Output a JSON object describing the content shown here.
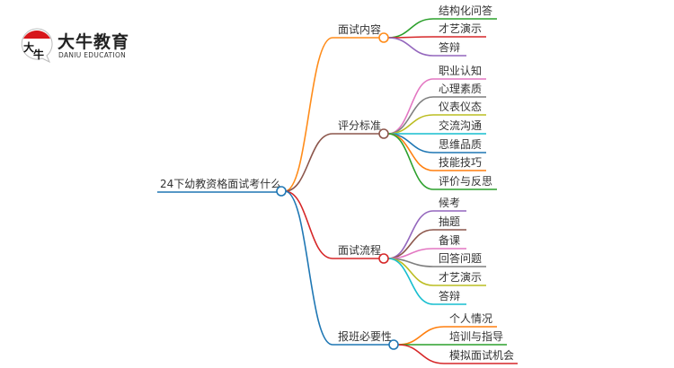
{
  "logo": {
    "title": "大牛教育",
    "subtitle": "DANIU EDUCATION",
    "mark_text": "大牛"
  },
  "root": {
    "label": "24下幼教资格面试考什么",
    "color": "#1f77b4"
  },
  "branches": [
    {
      "label": "面试内容",
      "color": "#ff8c1a",
      "leaves": [
        {
          "label": "结构化问答",
          "color": "#2ca02c"
        },
        {
          "label": "才艺演示",
          "color": "#d62728"
        },
        {
          "label": "答辩",
          "color": "#9467bd"
        }
      ]
    },
    {
      "label": "评分标准",
      "color": "#8c564b",
      "leaves": [
        {
          "label": "职业认知",
          "color": "#e377c2"
        },
        {
          "label": "心理素质",
          "color": "#7f7f7f"
        },
        {
          "label": "仪表仪态",
          "color": "#bcbd22"
        },
        {
          "label": "交流沟通",
          "color": "#17becf"
        },
        {
          "label": "思维品质",
          "color": "#1f77b4"
        },
        {
          "label": "技能技巧",
          "color": "#ff7f0e"
        },
        {
          "label": "评价与反思",
          "color": "#2ca02c"
        }
      ]
    },
    {
      "label": "面试流程",
      "color": "#d62728",
      "leaves": [
        {
          "label": "候考",
          "color": "#9467bd"
        },
        {
          "label": "抽题",
          "color": "#8c564b"
        },
        {
          "label": "备课",
          "color": "#e377c2"
        },
        {
          "label": "回答问题",
          "color": "#7f7f7f"
        },
        {
          "label": "才艺演示",
          "color": "#bcbd22"
        },
        {
          "label": "答辩",
          "color": "#17becf"
        }
      ]
    },
    {
      "label": "报班必要性",
      "color": "#1f77b4",
      "leaves": [
        {
          "label": "个人情况",
          "color": "#ff7f0e"
        },
        {
          "label": "培训与指导",
          "color": "#2ca02c"
        },
        {
          "label": "模拟面试机会",
          "color": "#d62728"
        }
      ]
    }
  ]
}
